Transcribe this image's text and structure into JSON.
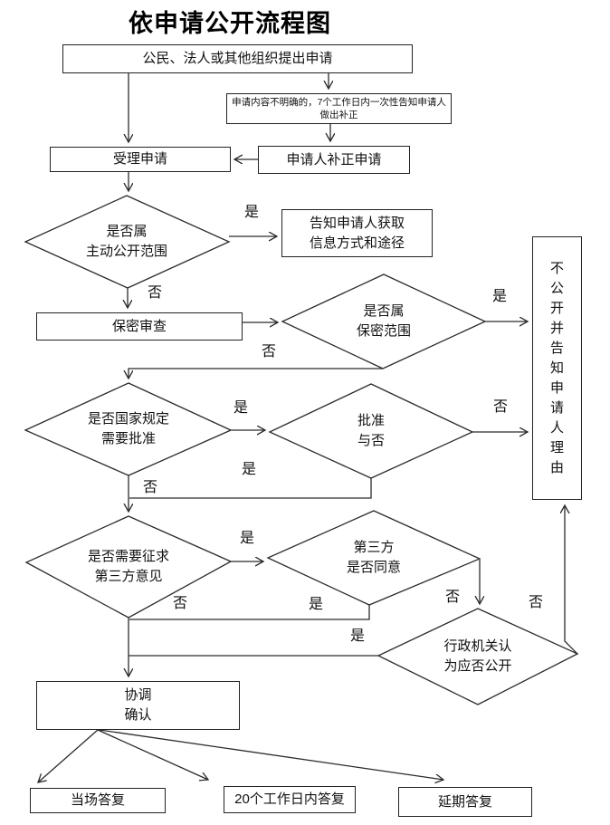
{
  "title": "依申请公开流程图",
  "labels": {
    "yes": "是",
    "no": "否"
  },
  "nodes": {
    "apply": "公民、法人或其他组织提出申请",
    "supplement_notice": "申请内容不明确的，7个工作日内一次性告知申请人做出补正",
    "accept": "受理申请",
    "supplement": "申请人补正申请",
    "inform_access": "告知申请人获取\n信息方式和途径",
    "secrecy_review": "保密审查",
    "not_disclose": "不公开并告知申请人理由",
    "coordinate": "协调\n确认",
    "reply_onsite": "当场答复",
    "reply_20days": "20个工作日内答复",
    "reply_delayed": "延期答复"
  },
  "decisions": {
    "active_scope": "是否属\n主动公开范围",
    "secret_scope": "是否属\n保密范围",
    "need_approval": "是否国家规定\n需要批准",
    "approved": "批准\n与否",
    "need_third_party": "是否需要征求\n第三方意见",
    "third_party_agree": "第三方\n是否同意",
    "admin_decide": "行政机关认\n为应否公开"
  },
  "colors": {
    "line": "#2b2b2b",
    "text": "#111111",
    "background": "#ffffff"
  }
}
